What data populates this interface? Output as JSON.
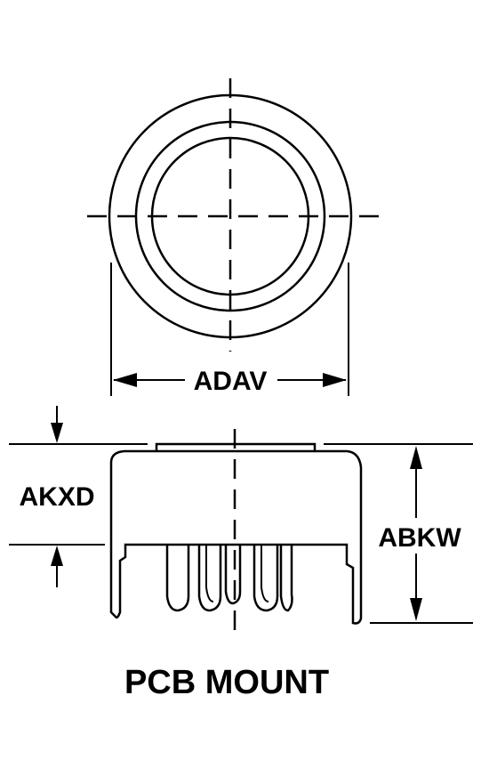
{
  "labels": {
    "diameter": "ADAV",
    "height_total": "ABKW",
    "height_top": "AKXD",
    "caption": "PCB MOUNT"
  }
}
